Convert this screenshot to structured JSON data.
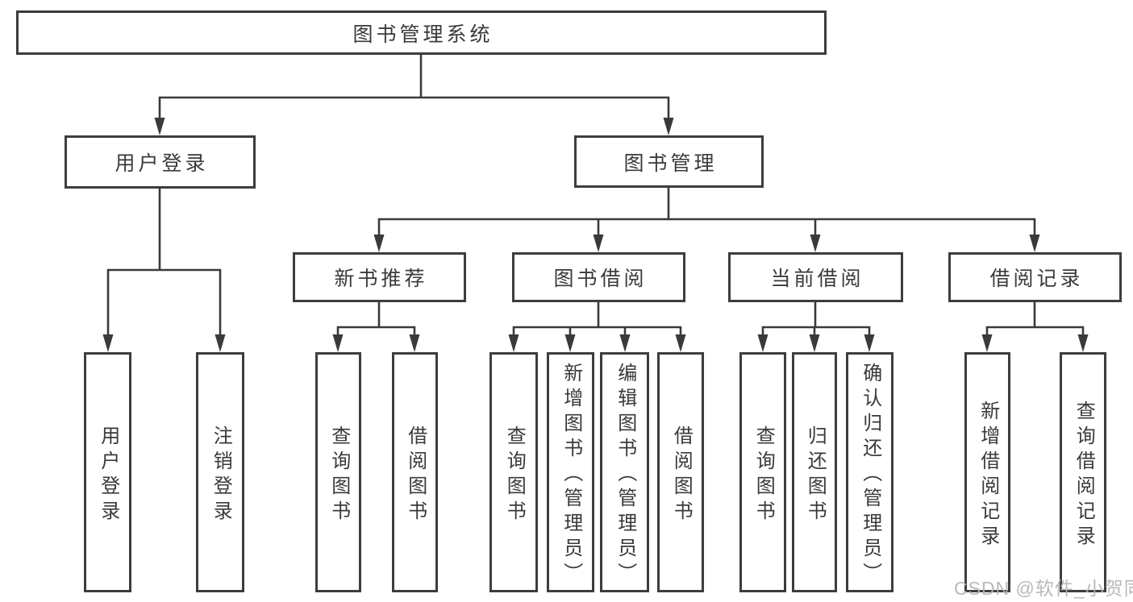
{
  "diagram": {
    "type": "hierarchy-org-chart",
    "root": {
      "label": "图书管理系统",
      "children": [
        {
          "label": "用户登录",
          "children": [
            {
              "label": "用户登录"
            },
            {
              "label": "注销登录"
            }
          ]
        },
        {
          "label": "图书管理",
          "children": [
            {
              "label": "新书推荐",
              "children": [
                {
                  "label": "查询图书"
                },
                {
                  "label": "借阅图书"
                }
              ]
            },
            {
              "label": "图书借阅",
              "children": [
                {
                  "label": "查询图书"
                },
                {
                  "label": "新增图书（管理员）"
                },
                {
                  "label": "编辑图书（管理员）"
                },
                {
                  "label": "借阅图书"
                }
              ]
            },
            {
              "label": "当前借阅",
              "children": [
                {
                  "label": "查询图书"
                },
                {
                  "label": "归还图书"
                },
                {
                  "label": "确认归还（管理员）"
                }
              ]
            },
            {
              "label": "借阅记录",
              "children": [
                {
                  "label": "新增借阅记录"
                },
                {
                  "label": "查询借阅记录"
                }
              ]
            }
          ]
        }
      ]
    },
    "colors": {
      "background": "#ffffff",
      "box_border": "#3d3d3d",
      "box_fill": "#ffffff",
      "line": "#3a3a3a",
      "text": "#3a3a3a",
      "watermark_text": "#b4b4b4"
    }
  },
  "watermark": {
    "text": "CSDN @软件_小贺同学"
  }
}
